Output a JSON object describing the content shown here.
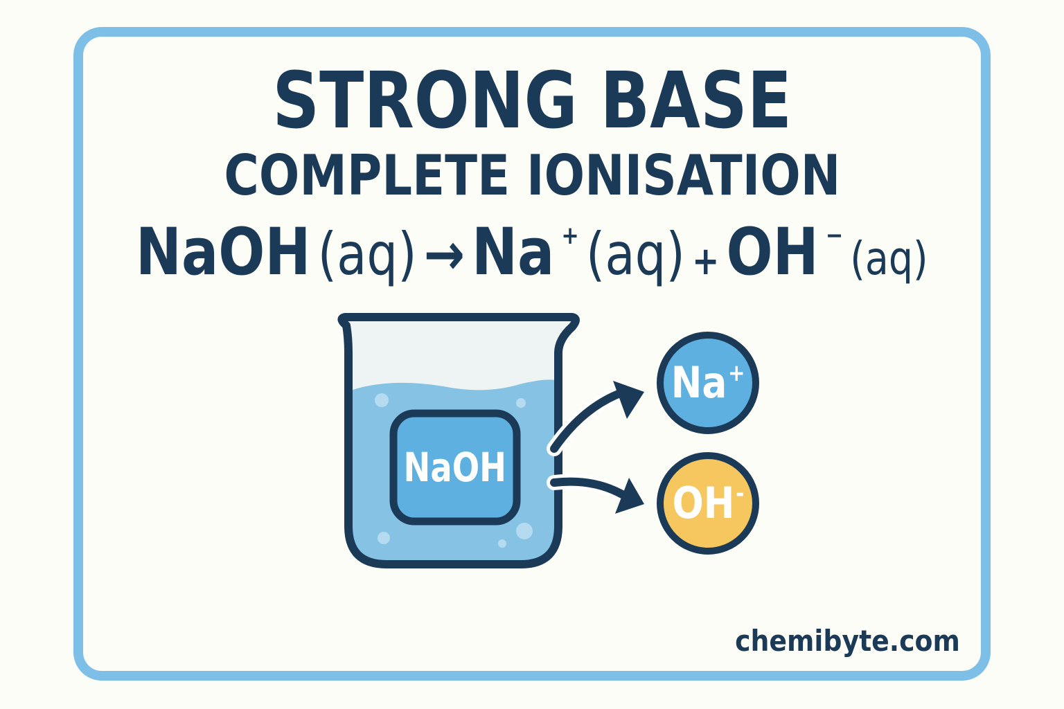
{
  "title": "STRONG BASE",
  "subtitle": "COMPLETE IONISATION",
  "equation": {
    "reactant": "NaOH",
    "reactant_state": "(aq)",
    "arrow": "→",
    "product1": "Na",
    "product1_charge": "+",
    "product1_state": "(aq)",
    "plus": "+",
    "product2": "OH",
    "product2_charge": "−",
    "product2_state": "(aq)"
  },
  "diagram": {
    "beaker_label": "NaOH",
    "ion1": "Na",
    "ion1_charge": "+",
    "ion2": "OH",
    "ion2_charge": "-"
  },
  "footer": "chemibyte.com",
  "colors": {
    "border": "#7dbfe6",
    "text": "#1b3a57",
    "water": "#86c2e3",
    "box": "#5eb0e0",
    "na_ion": "#5eb0e0",
    "oh_ion": "#f5c75e",
    "background": "#fdfdf8"
  }
}
